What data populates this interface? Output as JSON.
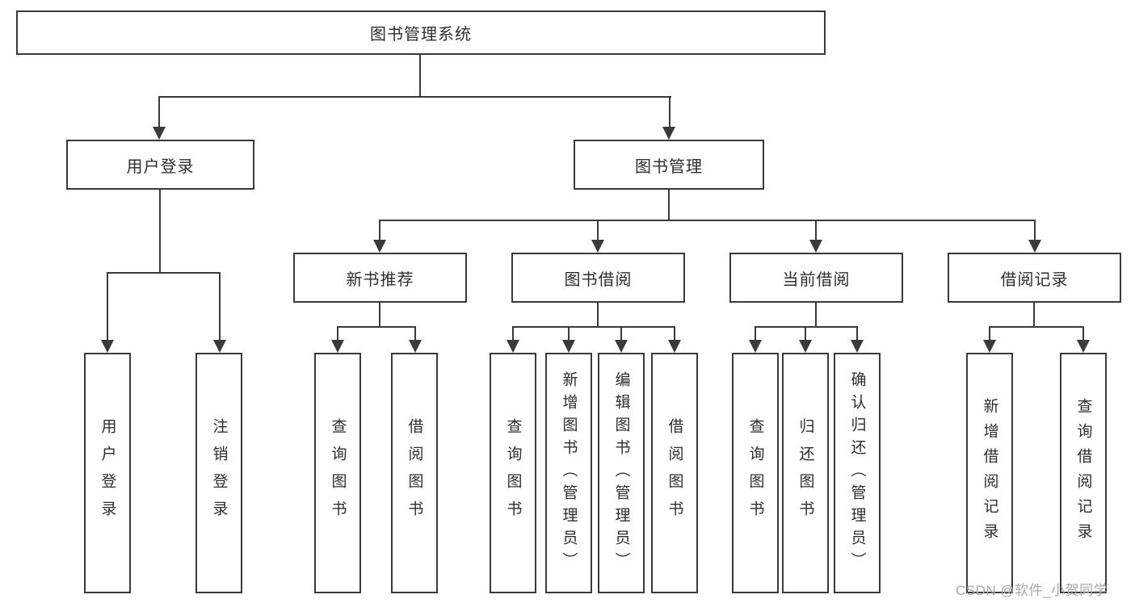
{
  "diagram_type": "hierarchy",
  "colors": {
    "line": "#3a3a3a",
    "box_border": "#3a3a3a",
    "text": "#2e2e2e",
    "watermark": "#a7a7ac",
    "background": "#ffffff"
  },
  "tree": {
    "root": {
      "label": "图书管理系统"
    },
    "children": [
      {
        "label": "用户登录",
        "children": [
          {
            "label": "用户登录"
          },
          {
            "label": "注销登录"
          }
        ]
      },
      {
        "label": "图书管理",
        "children": [
          {
            "label": "新书推荐",
            "children": [
              {
                "label": "查询图书"
              },
              {
                "label": "借阅图书"
              }
            ]
          },
          {
            "label": "图书借阅",
            "children": [
              {
                "label": "查询图书"
              },
              {
                "label": "新增图书（管理员）"
              },
              {
                "label": "编辑图书（管理员）"
              },
              {
                "label": "借阅图书"
              }
            ]
          },
          {
            "label": "当前借阅",
            "children": [
              {
                "label": "查询图书"
              },
              {
                "label": "归还图书"
              },
              {
                "label": "确认归还（管理员）"
              }
            ]
          },
          {
            "label": "借阅记录",
            "children": [
              {
                "label": "新增借阅记录"
              },
              {
                "label": "查询借阅记录"
              }
            ]
          }
        ]
      }
    ]
  },
  "watermark": {
    "text": "CSDN @软件_小贺同学"
  }
}
